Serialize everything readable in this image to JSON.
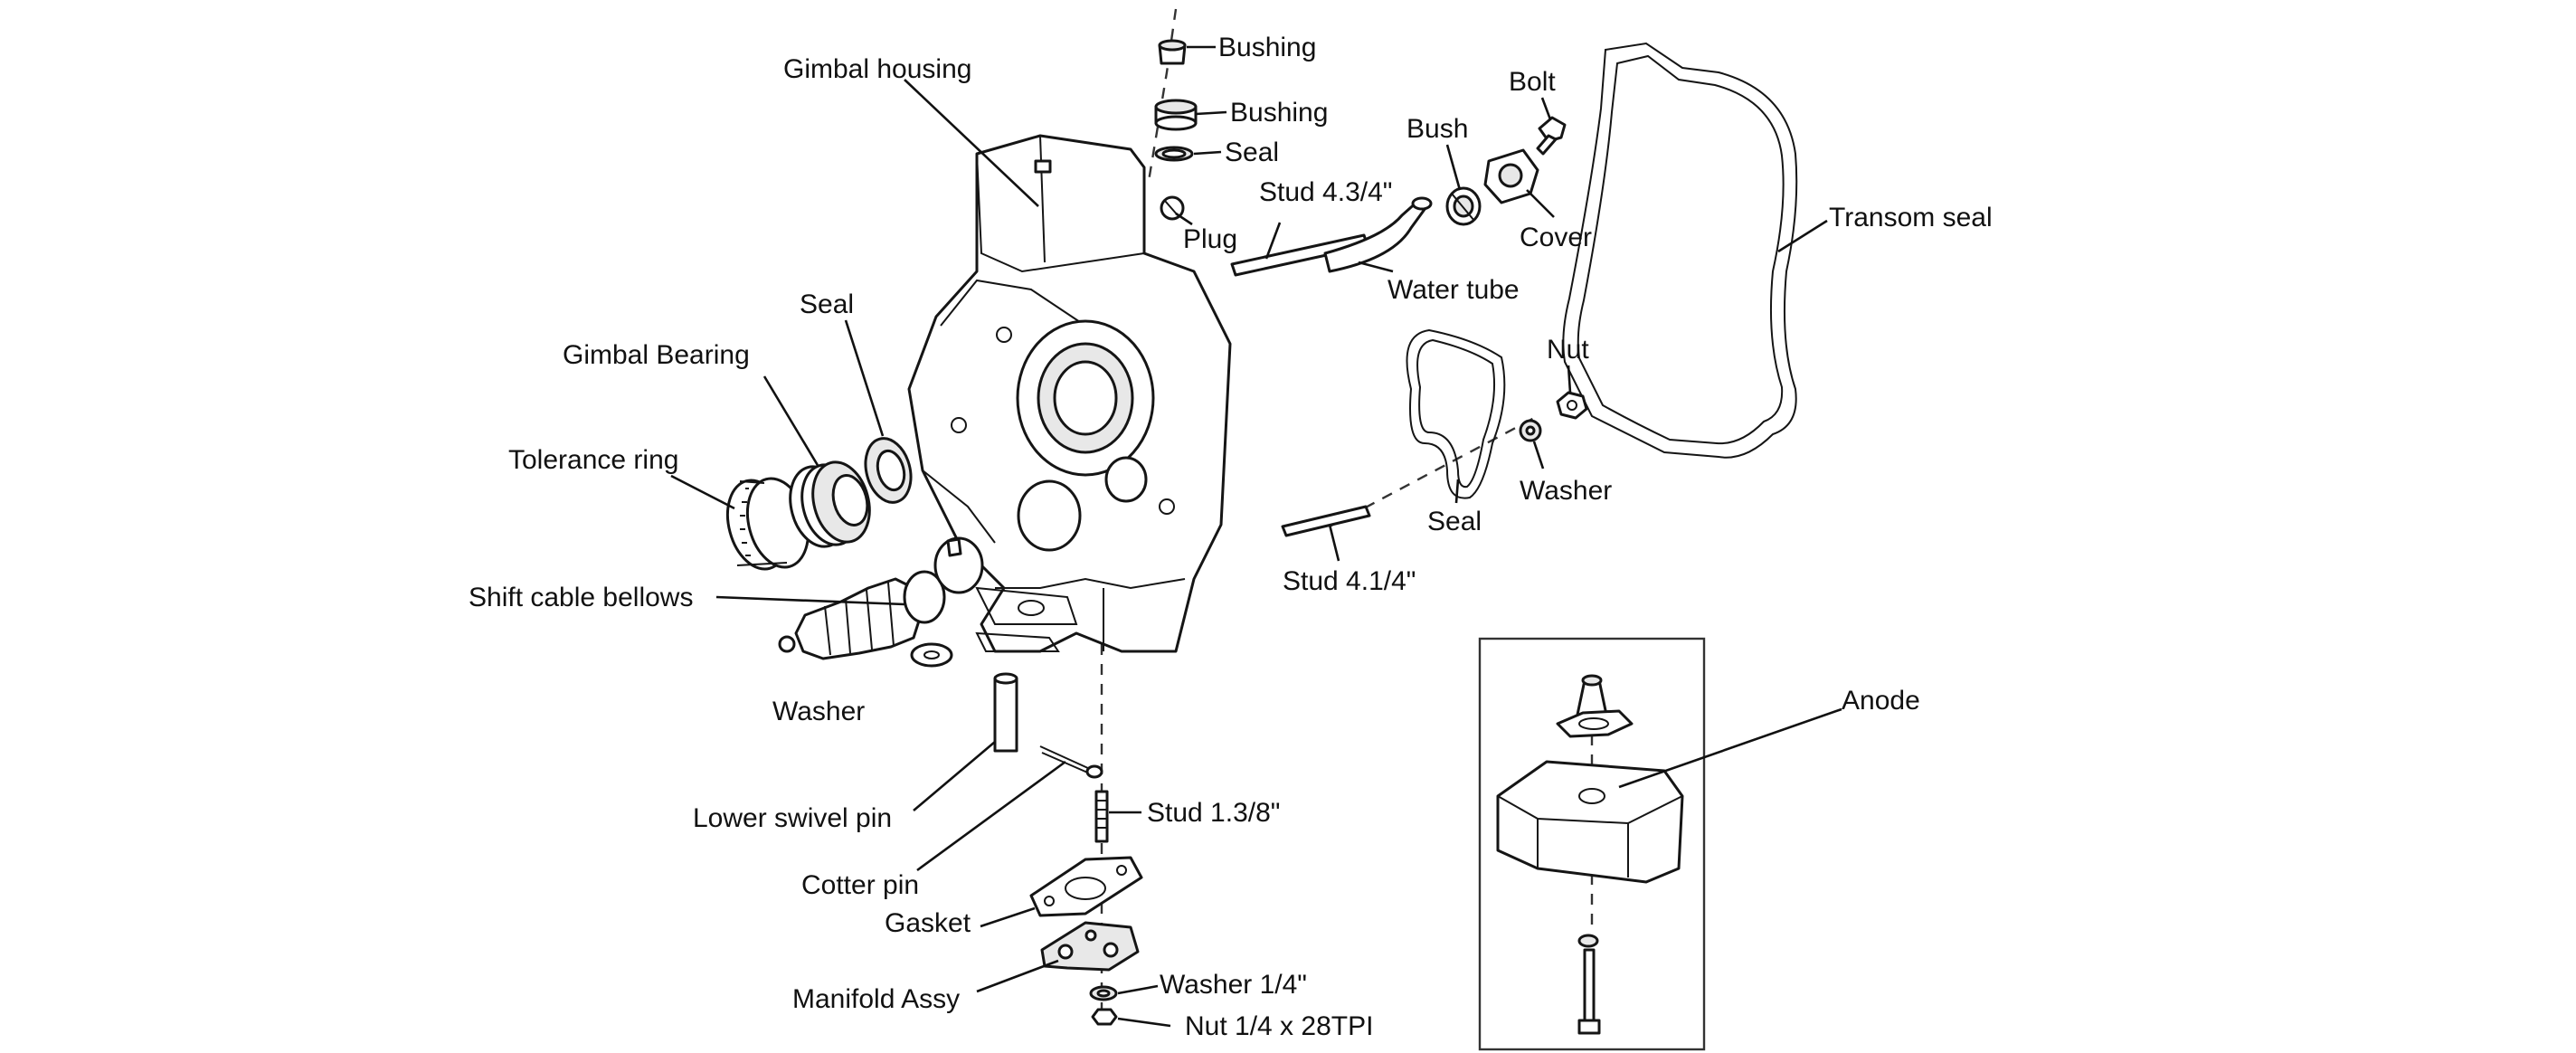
{
  "labels": {
    "bushing_top": "Bushing",
    "bushing_2": "Bushing",
    "seal_top": "Seal",
    "plug": "Plug",
    "gimbal_housing": "Gimbal housing",
    "stud_4_3_4": "Stud 4.3/4\"",
    "water_tube": "Water tube",
    "bush": "Bush",
    "bolt": "Bolt",
    "cover": "Cover",
    "transom_seal": "Transom seal",
    "seal_left": "Seal",
    "gimbal_bearing": "Gimbal Bearing",
    "tolerance_ring": "Tolerance ring",
    "shift_cable_bellows": "Shift cable bellows",
    "washer_left": "Washer",
    "lower_swivel_pin": "Lower swivel pin",
    "cotter_pin": "Cotter pin",
    "stud_1_3_8": "Stud 1.3/8\"",
    "gasket": "Gasket",
    "manifold_assy": "Manifold Assy",
    "washer_1_4": "Washer 1/4\"",
    "nut_1_4": "Nut 1/4 x 28TPI",
    "nut": "Nut",
    "washer_right": "Washer",
    "seal_loop": "Seal",
    "stud_4_1_4": "Stud 4.1/4\"",
    "anode": "Anode"
  }
}
